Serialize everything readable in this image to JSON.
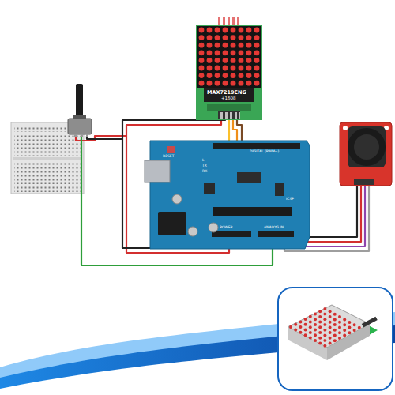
{
  "diagram": {
    "labels": [
      "MAX7219ENG",
      "+1608",
      "RESET",
      "DIGITAL (PWM~)",
      "L",
      "TX",
      "RX",
      "ICSP",
      "POWER",
      "ANALOG IN"
    ]
  }
}
